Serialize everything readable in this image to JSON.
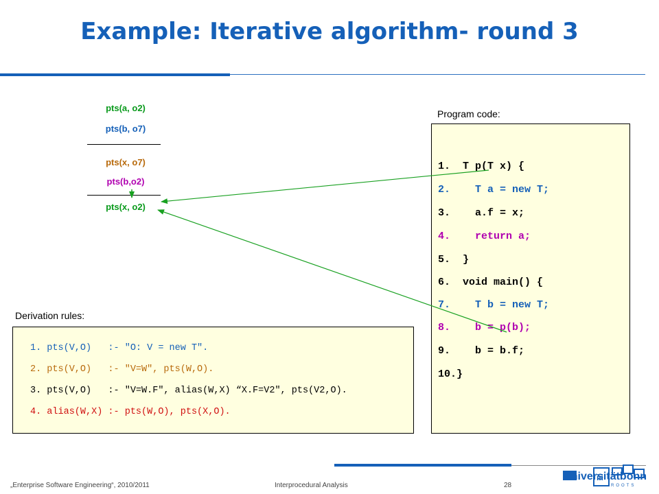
{
  "title": "Example: Iterative algorithm- round 3",
  "facts": {
    "f1": "pts(a, o2)",
    "f2": "pts(b, o7)",
    "f3": "pts(x, o7)",
    "f4": "pts(b,o2)",
    "f5": "pts(x, o2)"
  },
  "labels": {
    "program_code": "Program code:",
    "derivation_rules": "Derivation rules:"
  },
  "code": [
    {
      "num": "1.",
      "text": "  T p(T x) {"
    },
    {
      "num": "2.",
      "text": "    T a = new T;"
    },
    {
      "num": "3.",
      "text": "    a.f = x;"
    },
    {
      "num": "4.",
      "text": "    return a;"
    },
    {
      "num": "5.",
      "text": "  }"
    },
    {
      "num": "6.",
      "text": "  void main() {"
    },
    {
      "num": "7.",
      "text": "    T b = new T;"
    },
    {
      "num": "8.",
      "text": "    b = p(b);"
    },
    {
      "num": "9.",
      "text": "    b = b.f;"
    },
    {
      "num": "10.",
      "text": "}"
    }
  ],
  "rules": [
    "1. pts(V,O)   :- \"O: V = new T\".",
    "2. pts(V,O)   :- \"V=W\", pts(W,O).",
    "3. pts(V,O)   :- \"V=W.F\", alias(W,X) “X.F=V2\", pts(V2,O).",
    "4. alias(W,X) :- pts(W,O), pts(X,O)."
  ],
  "footer": {
    "course": "„Enterprise Software Engineering“, 2010/2011",
    "topic": "Interprocedural Analysis",
    "page": "28",
    "logo": "universitätbonn",
    "roots": "ROOTS"
  },
  "colors": {
    "title_blue": "#1560b8",
    "green": "#0a9a1c",
    "blue": "#1560b8",
    "orange": "#b86a0c",
    "magenta": "#b000b0",
    "red": "#d01010",
    "arrow_green": "#18a020"
  }
}
